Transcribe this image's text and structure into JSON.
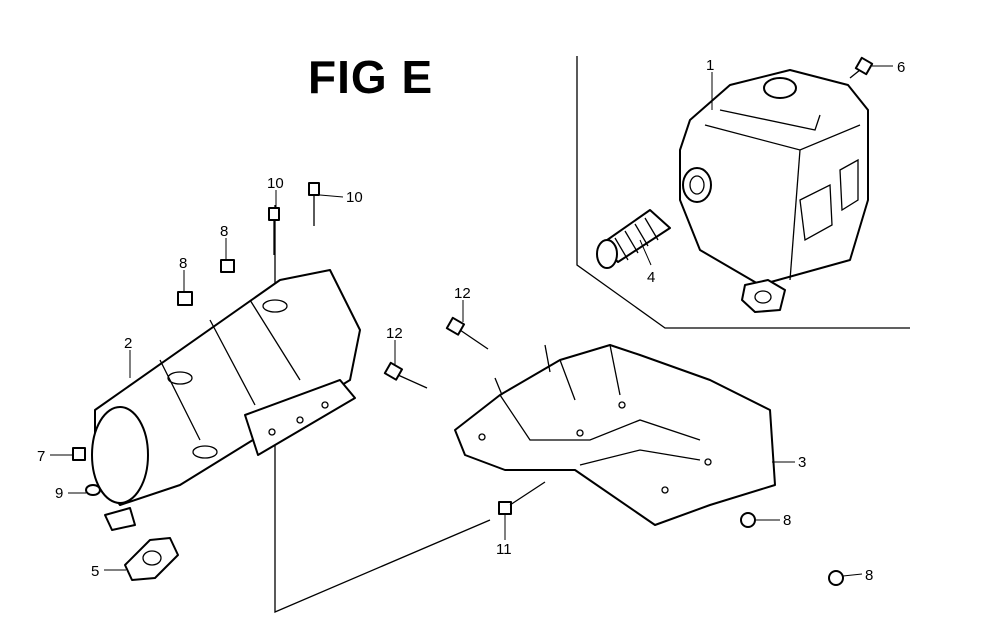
{
  "diagram": {
    "title": "FIG E",
    "callouts": [
      {
        "id": "c1",
        "text": "1"
      },
      {
        "id": "c2",
        "text": "2"
      },
      {
        "id": "c3",
        "text": "3"
      },
      {
        "id": "c4",
        "text": "4"
      },
      {
        "id": "c5",
        "text": "5"
      },
      {
        "id": "c6",
        "text": "6"
      },
      {
        "id": "c7",
        "text": "7"
      },
      {
        "id": "c8a",
        "text": "8"
      },
      {
        "id": "c8b",
        "text": "8"
      },
      {
        "id": "c8c",
        "text": "8"
      },
      {
        "id": "c8d",
        "text": "8"
      },
      {
        "id": "c9",
        "text": "9"
      },
      {
        "id": "c10a",
        "text": "10"
      },
      {
        "id": "c10b",
        "text": "10"
      },
      {
        "id": "c11",
        "text": "11"
      },
      {
        "id": "c12a",
        "text": "12"
      },
      {
        "id": "c12b",
        "text": "12"
      }
    ]
  }
}
